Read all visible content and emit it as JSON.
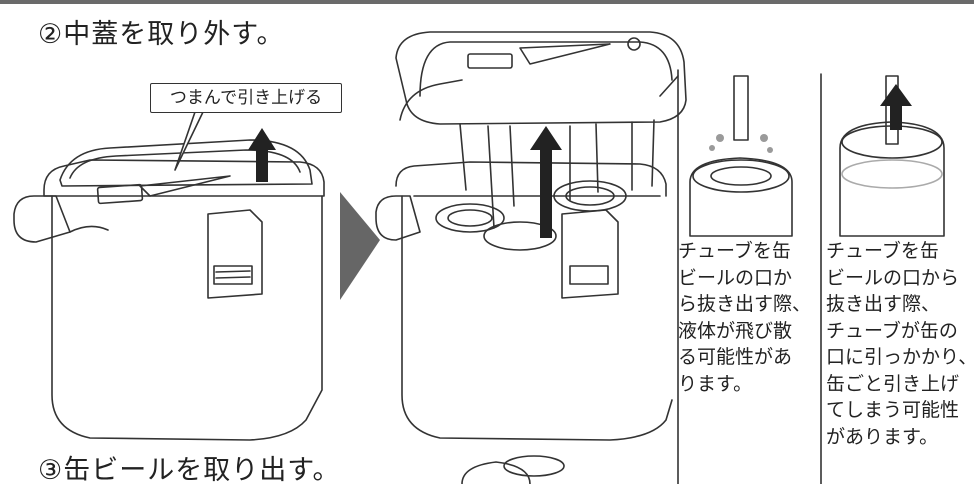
{
  "steps": {
    "step2": "②中蓋を取り外す。",
    "step3": "③缶ビールを取り出す。"
  },
  "callout": {
    "text": "つまんで引き上げる"
  },
  "warnings": [
    {
      "lines": "チューブを缶\nビールの口か\nら抜き出す際、\n液体が飛び散\nる可能性があ\nります。"
    },
    {
      "lines": "チューブを缶\nビールの口から\n抜き出す際、\nチューブが缶の\n口に引っかかり、\n缶ごと引き上げ\nてしまう可能性\nがあります。"
    }
  ],
  "colors": {
    "line": "#333333",
    "arrow": "#222222",
    "triangle": "#666666",
    "spray": "#9a9a9a"
  },
  "icons": [
    "up-arrow-icon",
    "right-triangle-icon",
    "spray-drops-icon"
  ]
}
